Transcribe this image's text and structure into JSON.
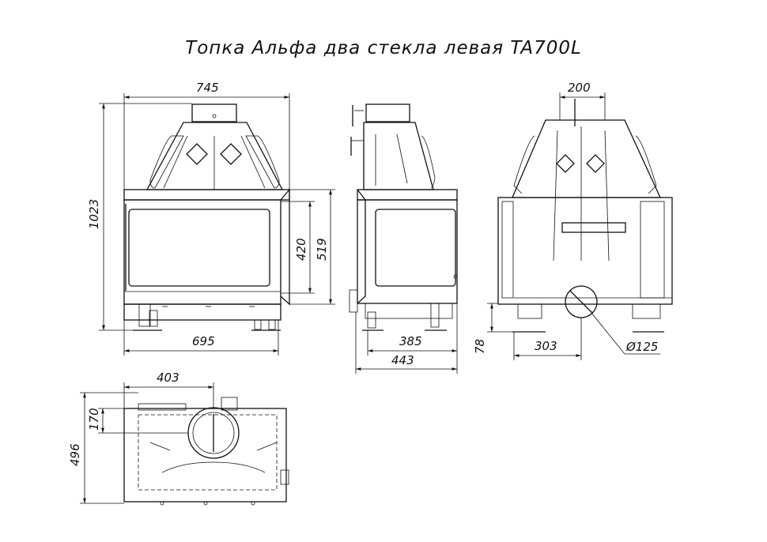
{
  "title": "Топка Альфа два стекла левая TA700L",
  "dimensions": {
    "front_width": "745",
    "height_total": "1023",
    "glass_height": "420",
    "body_height": "519",
    "front_base_width": "695",
    "side_inner": "385",
    "side_total": "443",
    "flue_offset_back": "200",
    "leg_height": "78",
    "flue_center_back": "303",
    "flue_diameter": "Ø125",
    "flue_offset_top": "403",
    "flue_depth_top": "170",
    "depth_total": "496"
  },
  "colors": {
    "line": "#111111",
    "background": "#ffffff"
  }
}
